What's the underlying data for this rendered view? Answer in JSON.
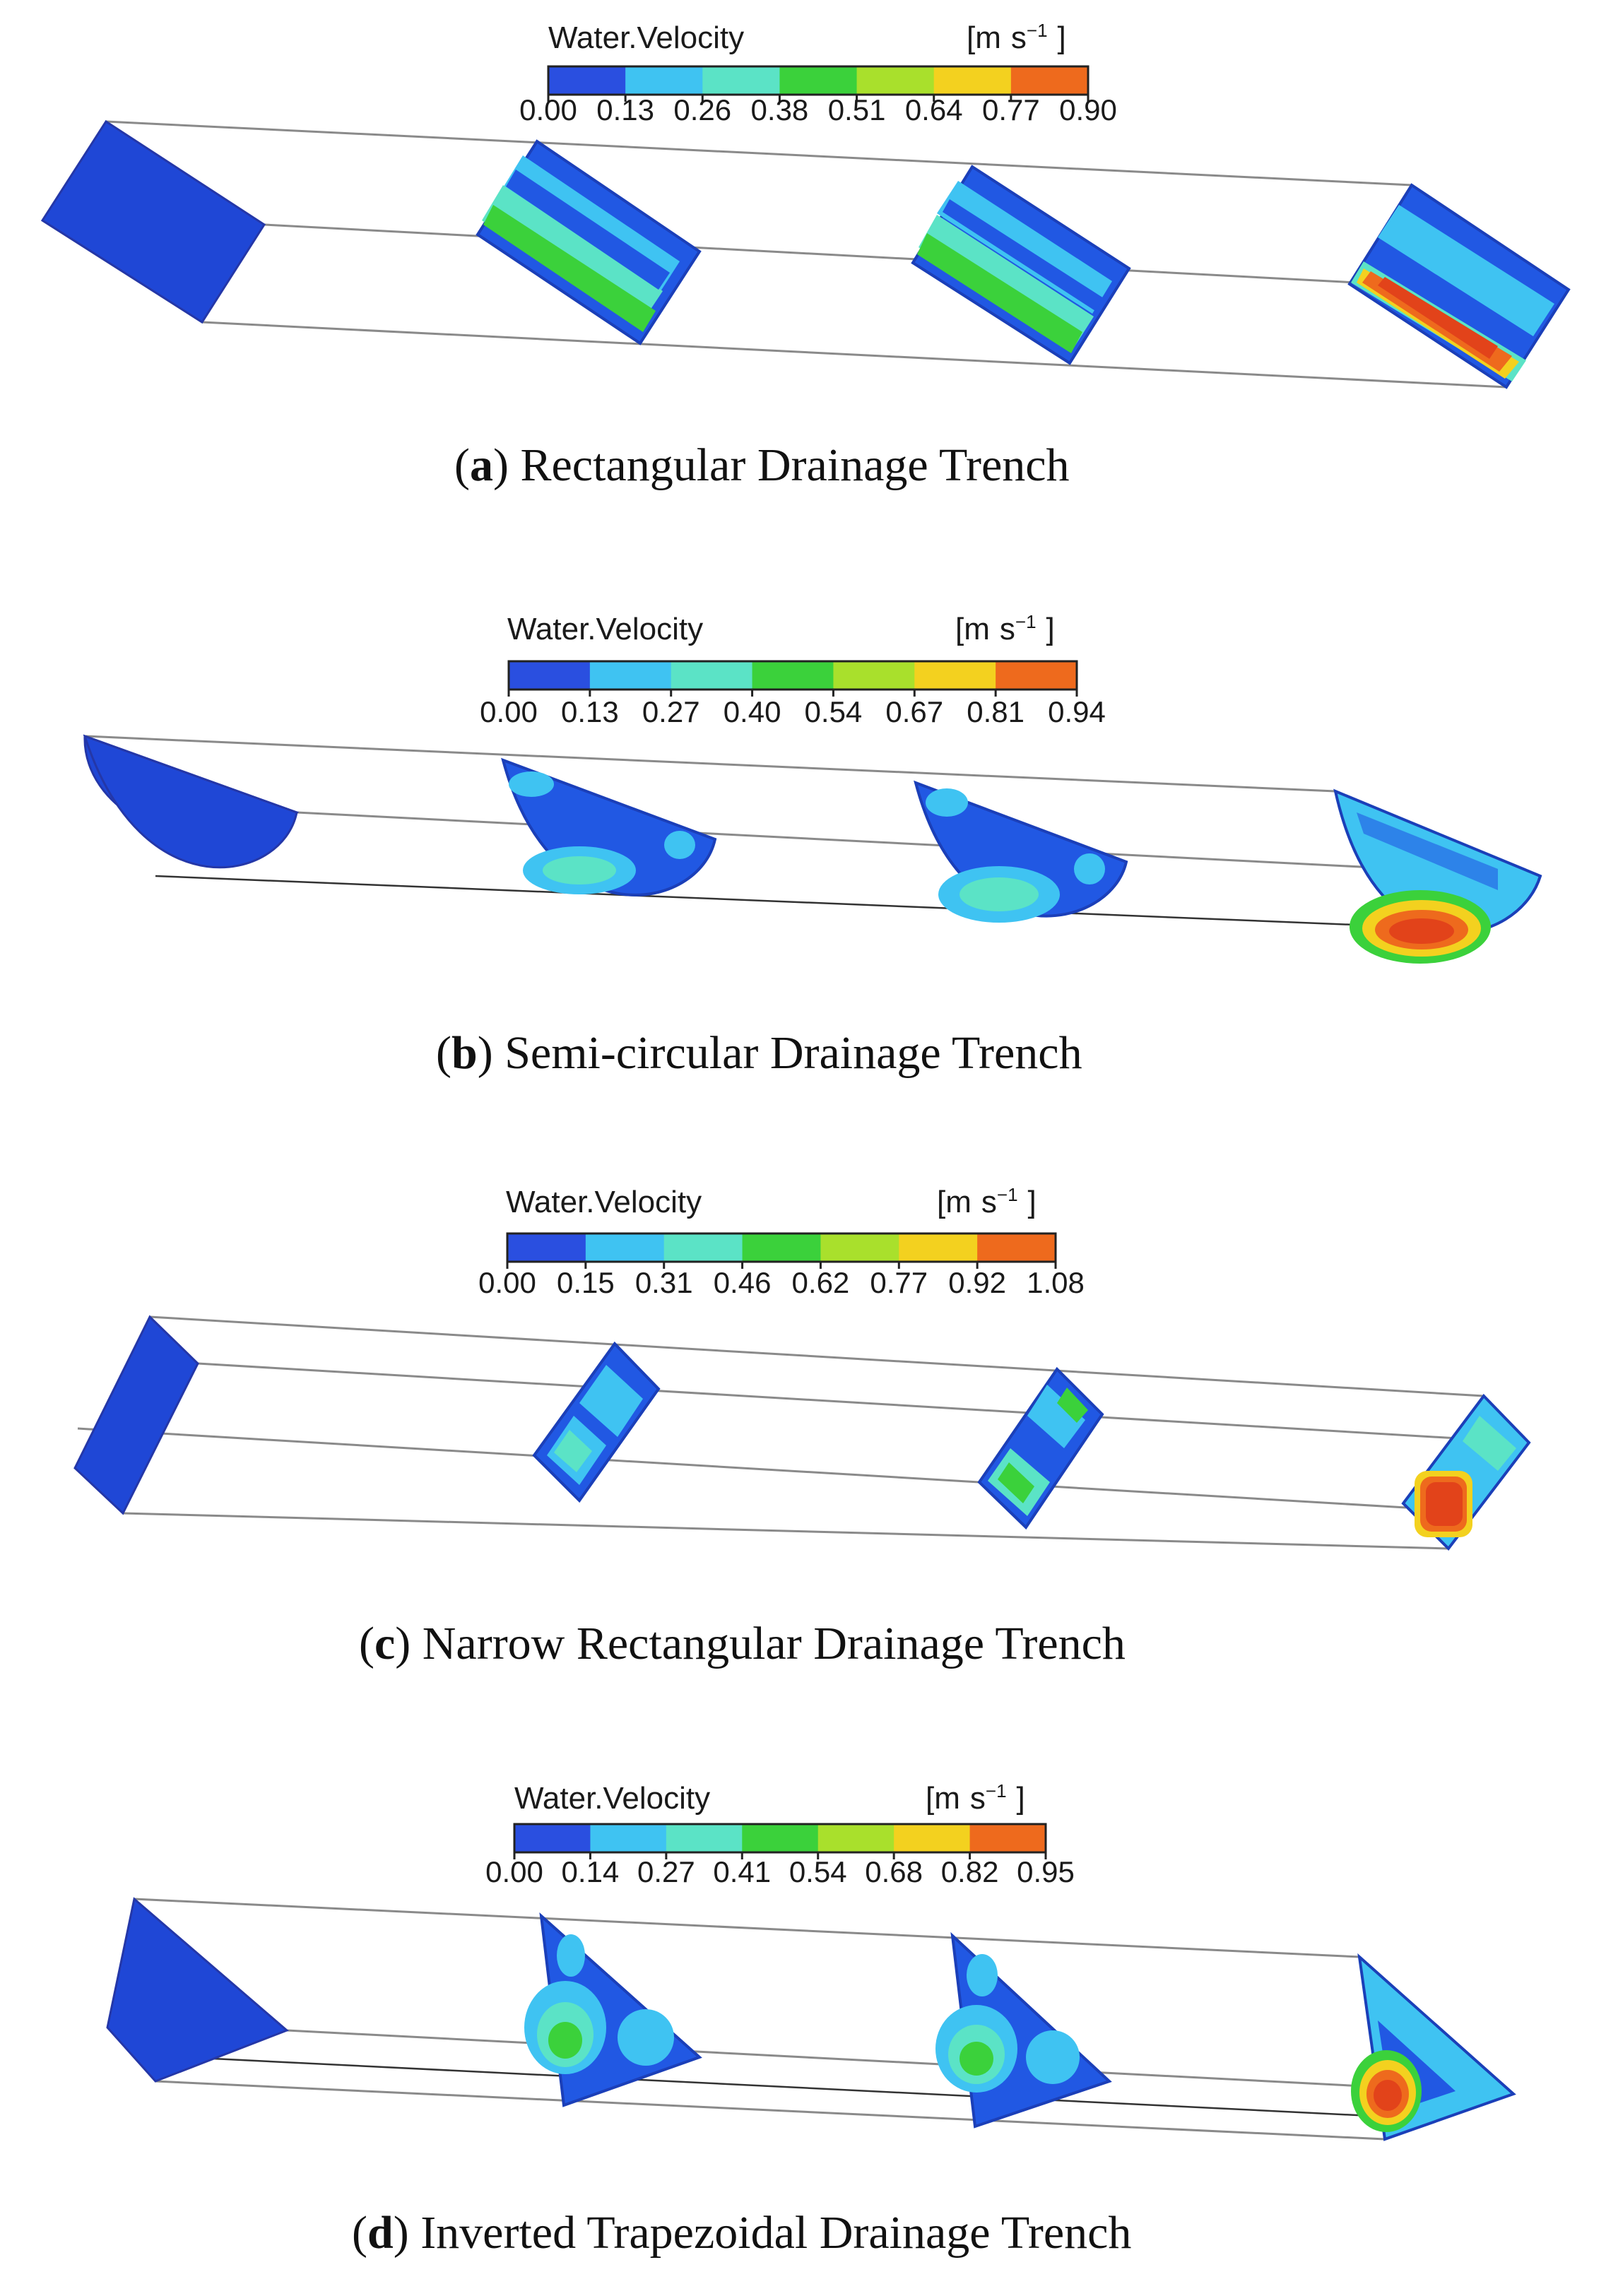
{
  "colors": {
    "deep_blue": "#1f47d6",
    "blue": "#2a5fe6",
    "light_blue": "#3fb8f0",
    "cyan": "#55e0c8",
    "green": "#3fd13f",
    "yellow_green": "#a8e02a",
    "yellow": "#f2d820",
    "orange": "#f06a1a",
    "red_orange": "#e2431a"
  },
  "colorbar_palette": [
    "#2a4fe0",
    "#3fc3f2",
    "#5be3c6",
    "#3bd13b",
    "#a9e02c",
    "#f3d11f",
    "#ee6a1d"
  ],
  "panels": [
    {
      "id": "a",
      "legend": {
        "title": "Water.Velocity",
        "unit_open": "[m",
        "unit_s": "s",
        "unit_exp": "−1",
        "unit_close": "]",
        "ticks": [
          "0.00",
          "0.13",
          "0.26",
          "0.38",
          "0.51",
          "0.64",
          "0.77",
          "0.90"
        ]
      },
      "caption_letter": "a",
      "caption_text": "Rectangular Drainage Trench"
    },
    {
      "id": "b",
      "legend": {
        "title": "Water.Velocity",
        "unit_open": "[m",
        "unit_s": "s",
        "unit_exp": "−1",
        "unit_close": "]",
        "ticks": [
          "0.00",
          "0.13",
          "0.27",
          "0.40",
          "0.54",
          "0.67",
          "0.81",
          "0.94"
        ]
      },
      "caption_letter": "b",
      "caption_text": "Semi-circular Drainage Trench"
    },
    {
      "id": "c",
      "legend": {
        "title": "Water.Velocity",
        "unit_open": "[m",
        "unit_s": "s",
        "unit_exp": "−1",
        "unit_close": "]",
        "ticks": [
          "0.00",
          "0.15",
          "0.31",
          "0.46",
          "0.62",
          "0.77",
          "0.92",
          "1.08"
        ]
      },
      "caption_letter": "c",
      "caption_text": "Narrow Rectangular Drainage Trench"
    },
    {
      "id": "d",
      "legend": {
        "title": "Water.Velocity",
        "unit_open": "[m",
        "unit_s": "s",
        "unit_exp": "−1",
        "unit_close": "]",
        "ticks": [
          "0.00",
          "0.14",
          "0.27",
          "0.41",
          "0.54",
          "0.68",
          "0.82",
          "0.95"
        ]
      },
      "caption_letter": "d",
      "caption_text": "Inverted Trapezoidal Drainage Trench"
    }
  ]
}
